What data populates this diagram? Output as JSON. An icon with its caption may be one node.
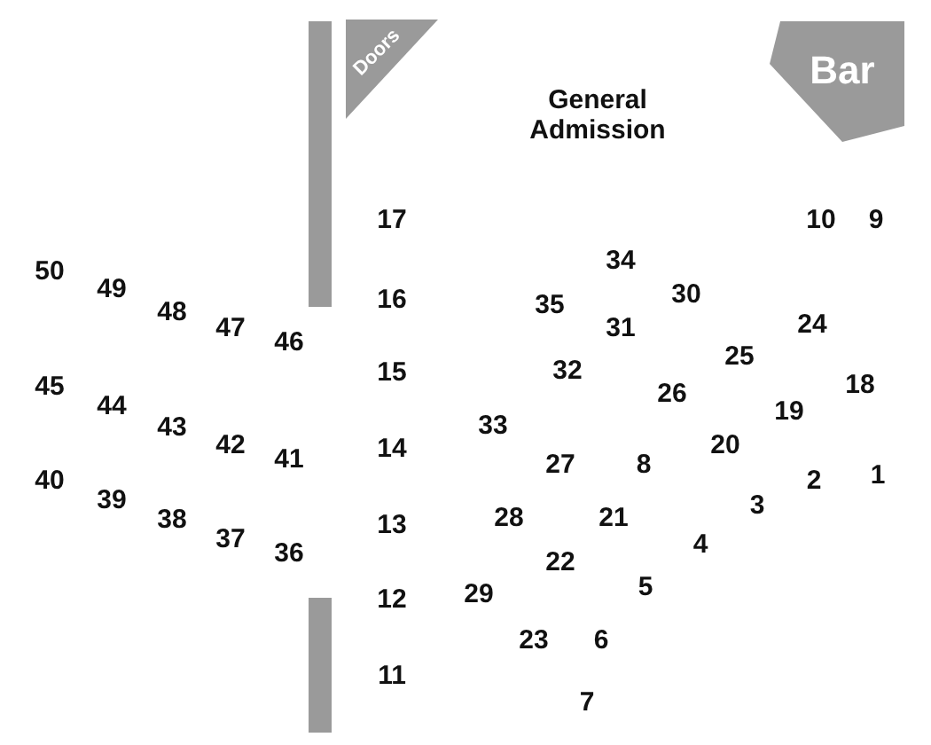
{
  "diagram": {
    "title": "General Admission",
    "nodes": [
      {
        "text": [],
        "shape": "bar"
      },
      {
        "text": [
          "Doors"
        ]
      },
      {
        "text": [
          "Bar"
        ]
      },
      {
        "text": [],
        "shape": "bar"
      }
    ],
    "edges": [],
    "labels": [
      "17",
      "10",
      "9",
      "50",
      "34",
      "49",
      "16",
      "35",
      "30",
      "48",
      "47",
      "46",
      "31",
      "24",
      "15",
      "32",
      "25",
      "45",
      "26",
      "18",
      "44",
      "43",
      "33",
      "19",
      "42",
      "41",
      "14",
      "27",
      "8",
      "20",
      "40",
      "39",
      "3",
      "2",
      "1",
      "38",
      "37",
      "36",
      "13",
      "28",
      "21",
      "22",
      "4",
      "12",
      "29",
      "5",
      "23",
      "6",
      "11",
      "7"
    ]
  }
}
